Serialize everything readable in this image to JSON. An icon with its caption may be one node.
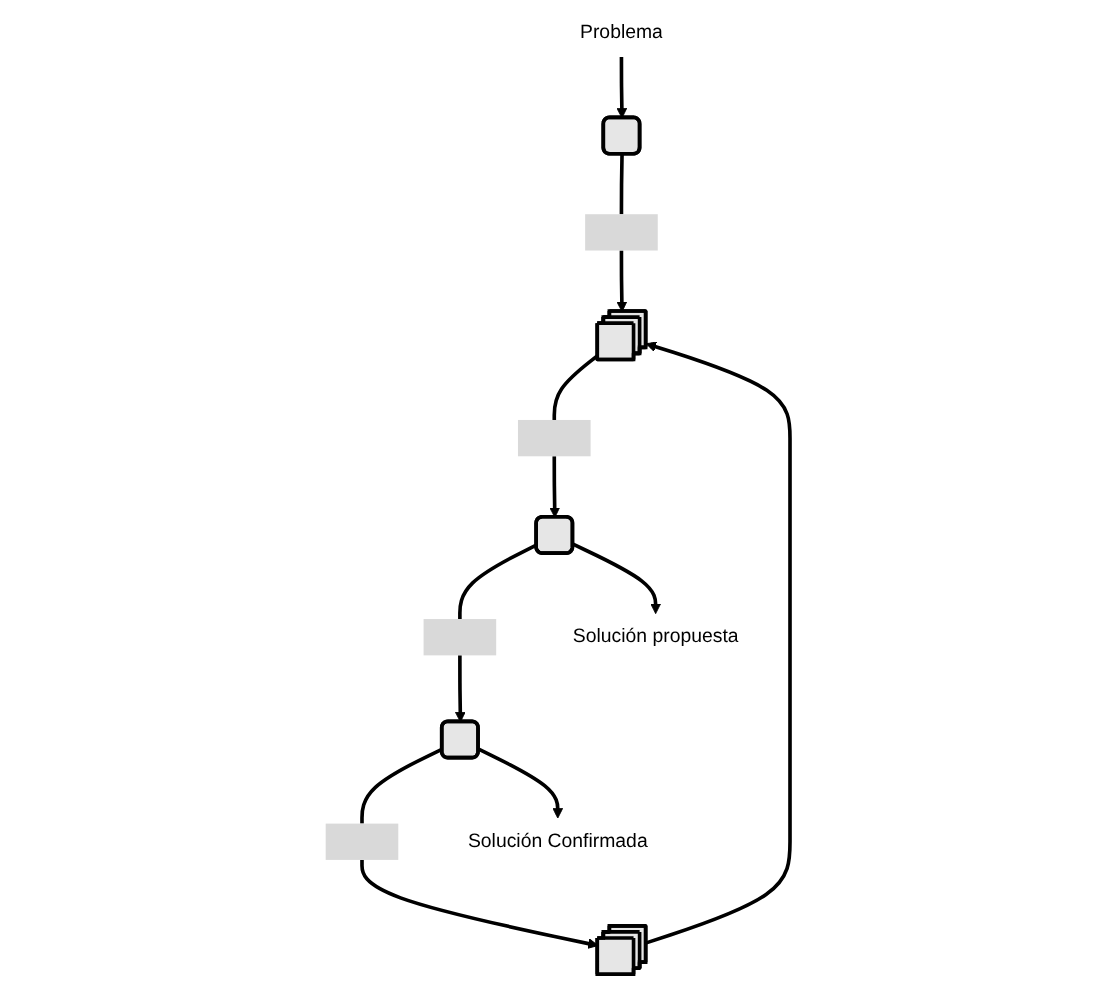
{
  "diagram": {
    "nodes": [
      {
        "text": [
          "Problema"
        ]
      },
      {
        "text": [],
        "shape": "box"
      },
      {
        "text": [],
        "shape": "bar"
      },
      {
        "text": [],
        "shape": "box"
      },
      {
        "text": [],
        "shape": "bar"
      },
      {
        "text": [],
        "shape": "box"
      },
      {
        "text": [],
        "shape": "bar"
      },
      {
        "text": [],
        "shape": "box"
      },
      {
        "text": [],
        "shape": "bar"
      },
      {
        "text": [],
        "shape": "box"
      },
      {
        "text": [
          "Solución propuesta"
        ]
      },
      {
        "text": [
          "Solución Confirmada"
        ]
      }
    ],
    "edges": [
      {
        "from": 0,
        "to": 1,
        "arrow": "to"
      },
      {
        "from": 1,
        "to": 2,
        "arrow": "none"
      },
      {
        "from": 2,
        "to": 3,
        "arrow": "to"
      },
      {
        "from": 5,
        "to": 3,
        "arrow": "to"
      },
      {
        "from": 3,
        "to": 6,
        "arrow": "none"
      },
      {
        "from": 6,
        "to": 7,
        "arrow": "to"
      },
      {
        "from": 7,
        "to": 8,
        "arrow": "none"
      },
      {
        "from": 8,
        "to": 9,
        "arrow": "to"
      },
      {
        "from": 9,
        "to": 4,
        "arrow": "none"
      },
      {
        "from": 4,
        "to": 5,
        "arrow": "to"
      },
      {
        "from": 7,
        "to": 10,
        "arrow": "to"
      },
      {
        "from": 9,
        "to": 11,
        "arrow": "to"
      }
    ]
  }
}
